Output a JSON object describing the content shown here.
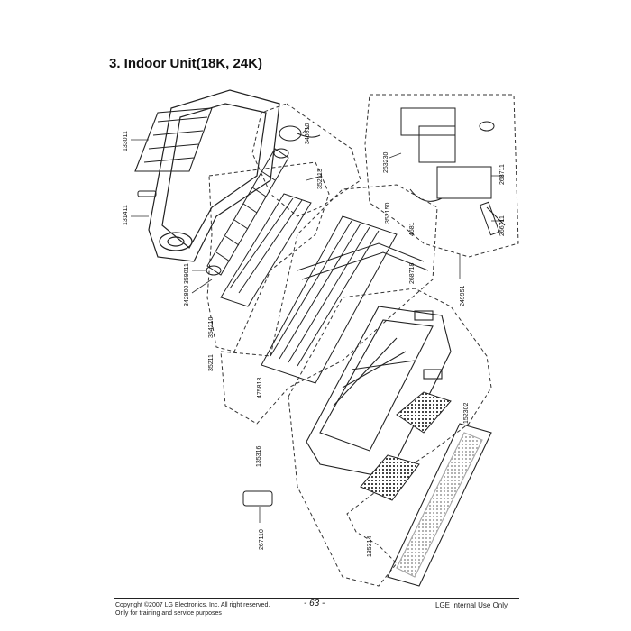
{
  "page": {
    "title": "3. Indoor Unit(18K, 24K)",
    "copyright_line1": "Copyright ©2007 LG Electronics. Inc. All right reserved.",
    "copyright_line2": "Only for training and service purposes",
    "page_number": "- 63 -",
    "internal_note": "LGE Internal Use Only"
  },
  "parts": [
    {
      "id": "p1",
      "label": "133011"
    },
    {
      "id": "p2",
      "label": "131411"
    },
    {
      "id": "p3",
      "label": "359011"
    },
    {
      "id": "p4",
      "label": "342800"
    },
    {
      "id": "p5",
      "label": "346810"
    },
    {
      "id": "p6",
      "label": "352113"
    },
    {
      "id": "p7",
      "label": "354210"
    },
    {
      "id": "p8",
      "label": "35211"
    },
    {
      "id": "p9",
      "label": "352150"
    },
    {
      "id": "p10",
      "label": "268711"
    },
    {
      "id": "p11",
      "label": "475813"
    },
    {
      "id": "p12",
      "label": "268718"
    },
    {
      "id": "p13",
      "label": "263230"
    },
    {
      "id": "p14",
      "label": "266711"
    },
    {
      "id": "p15",
      "label": "249951"
    },
    {
      "id": "p16",
      "label": "152302"
    },
    {
      "id": "p17",
      "label": "135314"
    },
    {
      "id": "p18",
      "label": "135316"
    },
    {
      "id": "p19",
      "label": "267110"
    },
    {
      "id": "p20",
      "label": "4681"
    }
  ]
}
